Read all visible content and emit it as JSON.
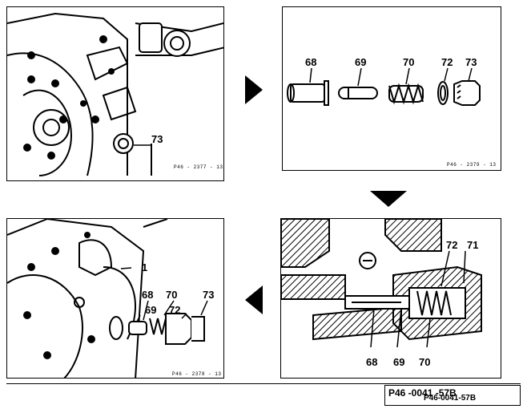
{
  "panels": {
    "top_left": {
      "labels": {
        "p73": "73"
      },
      "plate": "P46 - 2377 - 13"
    },
    "top_right": {
      "labels": {
        "p68": "68",
        "p69": "69",
        "p70": "70",
        "p72": "72",
        "p73": "73"
      },
      "plate": "P46 - 2379 - 13"
    },
    "bottom_right": {
      "labels": {
        "p72": "72",
        "p71": "71",
        "p68": "68",
        "p69": "69",
        "p70": "70"
      }
    },
    "bottom_left": {
      "labels": {
        "p1": "1",
        "p68": "68",
        "p70": "70",
        "p69": "69",
        "p72": "72",
        "p73": "73"
      },
      "plate": "P46 - 2378 - 13"
    }
  },
  "figure_reference": {
    "primary": "P46 -0041 -57B",
    "overprint": "P46-0041-57B"
  },
  "colors": {
    "ink": "#000000",
    "paper": "#ffffff"
  }
}
